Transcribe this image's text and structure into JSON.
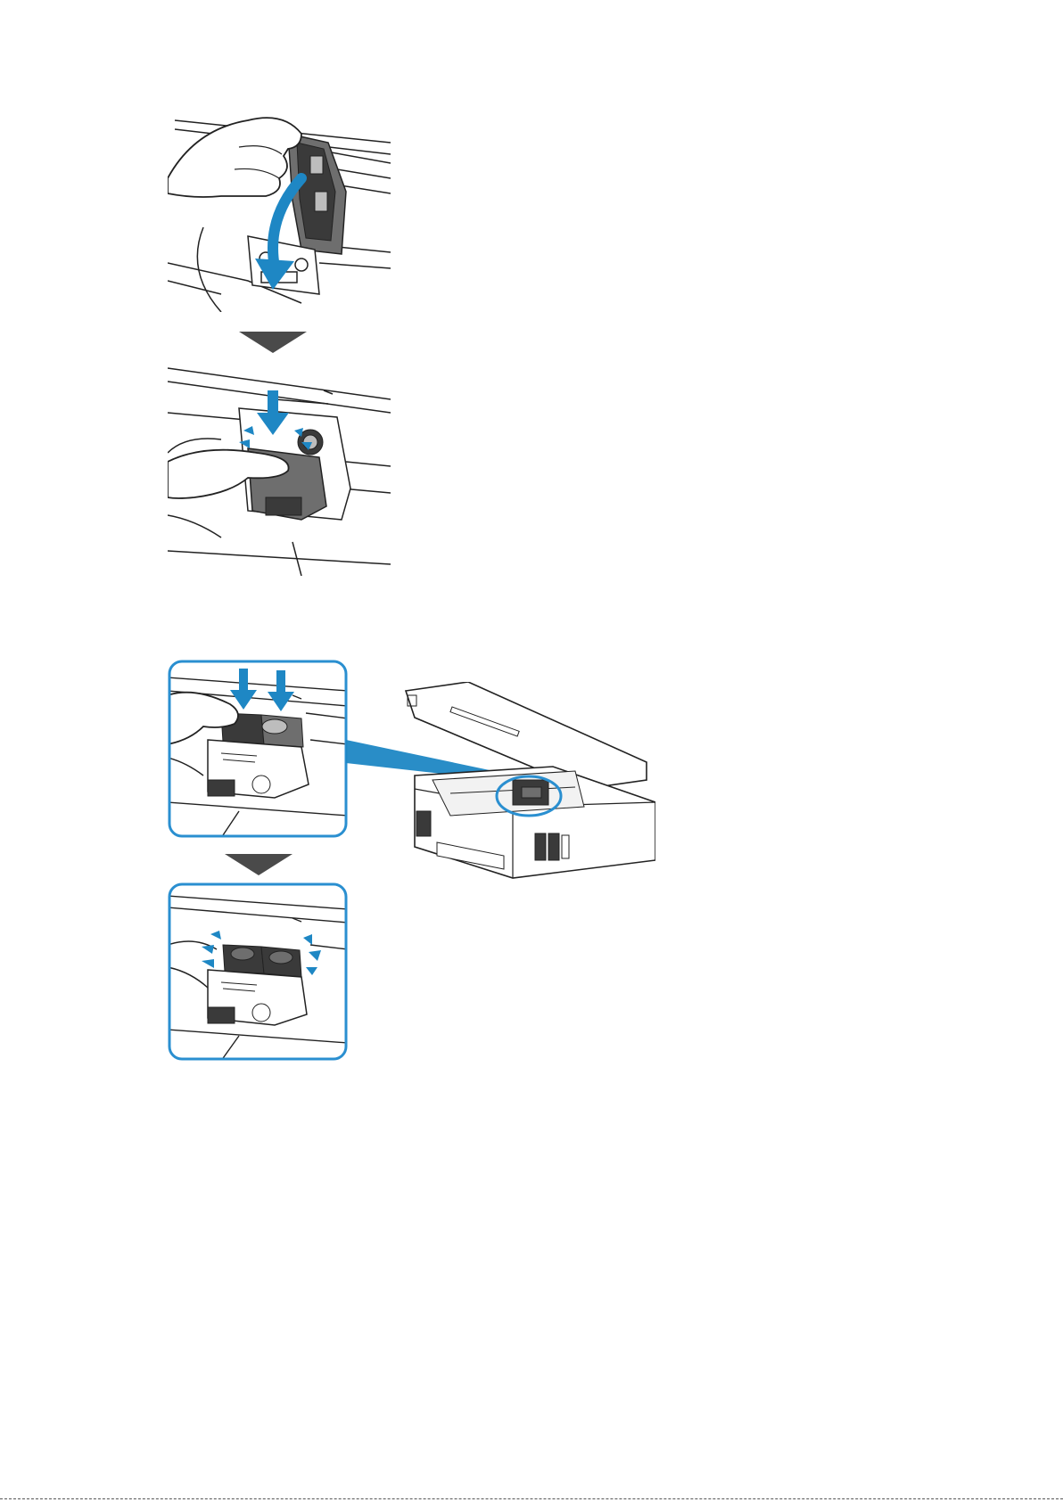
{
  "colors": {
    "accent_blue": "#1e87c4",
    "frame_blue": "#2a8fd0",
    "step_arrow": "#4a4a4a",
    "line": "#222222",
    "ink_dark": "#3a3a3a",
    "ink_mid": "#6e6e6e",
    "ink_light": "#bdbdbd"
  },
  "illustrations": [
    {
      "id": "step1-push-head-down",
      "icon": "hand-lowering-print-head-icon"
    },
    {
      "id": "step1-press-until-click",
      "icon": "finger-pressing-head-click-icon"
    },
    {
      "id": "step2-press-both-buttons",
      "icon": "fingers-pressing-two-buttons-icon"
    },
    {
      "id": "step2-printer-overview",
      "icon": "printer-open-cover-icon"
    },
    {
      "id": "step2-buttons-clicked",
      "icon": "buttons-locked-click-icon"
    }
  ],
  "step_indicators": [
    {
      "icon": "next-step-arrow-icon"
    },
    {
      "icon": "next-step-arrow-icon"
    }
  ]
}
